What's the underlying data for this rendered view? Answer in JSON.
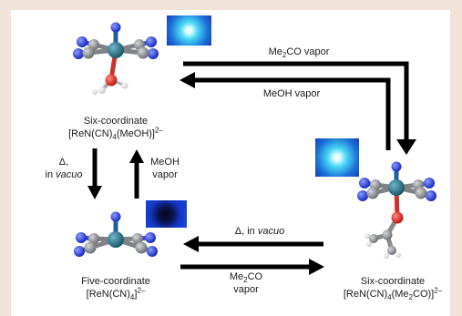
{
  "top_complex": {
    "line1": "Six-coordinate",
    "formula_pre": "[ReN(CN)",
    "formula_sub": "4",
    "formula_mid": "(MeOH)]",
    "formula_sup": "2–"
  },
  "bottom_left_complex": {
    "line1": "Five-coordinate",
    "formula_pre": "[ReN(CN)",
    "formula_sub": "4",
    "formula_mid": "]",
    "formula_sup": "2–"
  },
  "right_complex": {
    "line1": "Six-coordinate",
    "formula_pre": "[ReN(CN)",
    "formula_sub": "4",
    "formula_mid": "(Me",
    "formula_sub2": "2",
    "formula_end": "CO)]",
    "formula_sup": "2–"
  },
  "arrows": {
    "me2co_top_pre": "Me",
    "me2co_top_sub": "2",
    "me2co_top_post": "CO vapor",
    "meoh_top": "MeOH vapor",
    "delta_left_1": "Δ,",
    "delta_left_2_pre": "in ",
    "delta_left_2_it": "vacuo",
    "meoh_left_1": "MeOH",
    "meoh_left_2": "vapor",
    "delta_bottom_pre": "Δ, in ",
    "delta_bottom_it": "vacuo",
    "me2co_bottom_pre": "Me",
    "me2co_bottom_sub": "2",
    "me2co_bottom_post": "CO",
    "me2co_bottom_2": "vapor"
  },
  "colors": {
    "rhenium": "#1f6f86",
    "carbon": "#8a8d92",
    "nitrogen": "#2b3ee0",
    "oxygen": "#e0241c",
    "hydrogen": "#f4f4f4",
    "arrow": "#000000",
    "background": "#f1e3d8"
  },
  "luminescence": [
    "bright-blue-glow",
    "dark-quenched",
    "bright-cyan-glow"
  ]
}
